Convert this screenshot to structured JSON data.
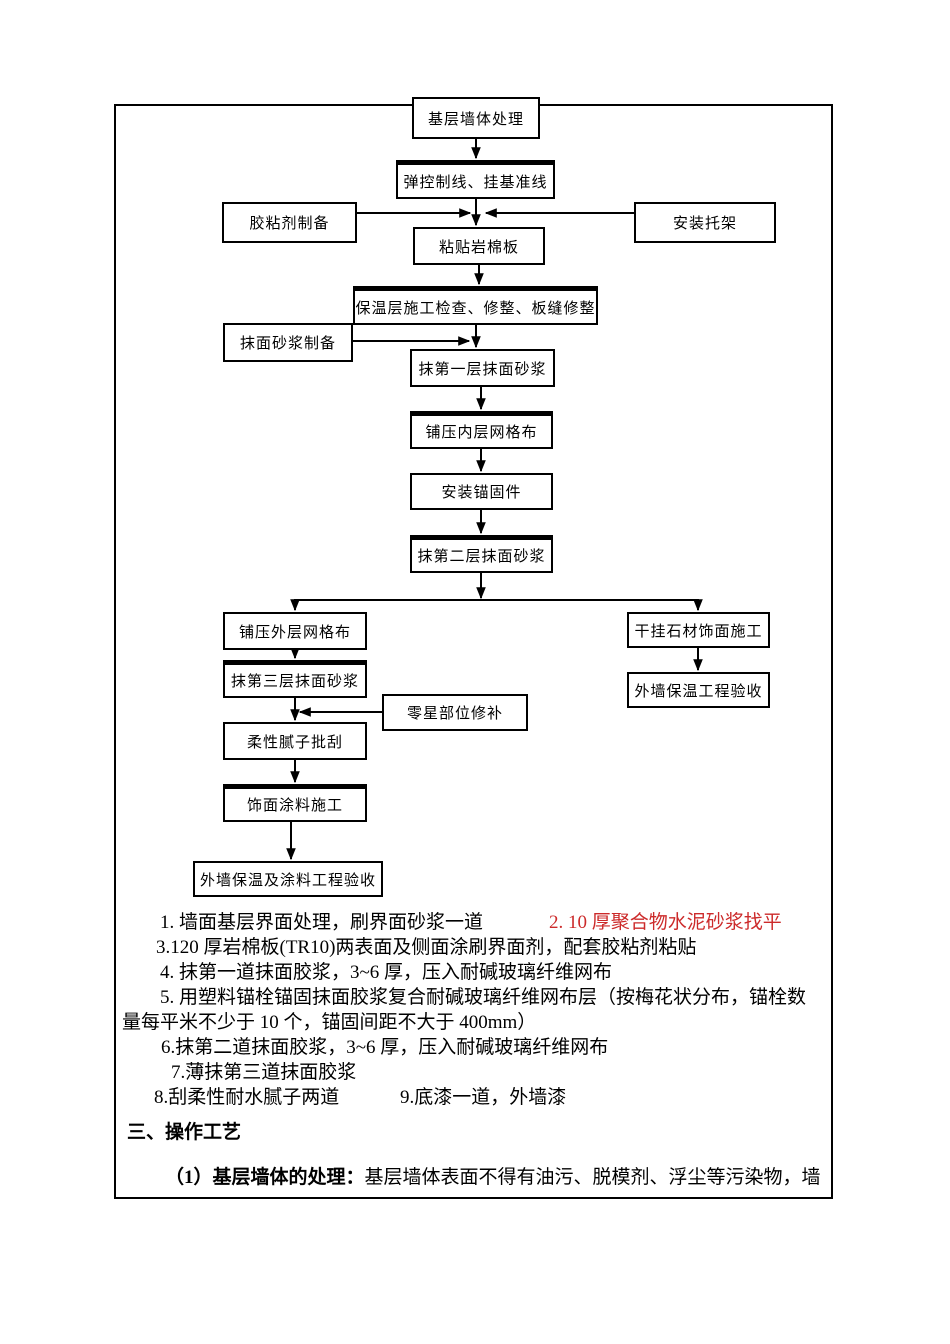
{
  "nodes": {
    "n1": {
      "label": "基层墙体处理"
    },
    "n2": {
      "label": "弹控制线、挂基准线"
    },
    "n3": {
      "label": "胶粘剂制备"
    },
    "n4": {
      "label": "安装托架"
    },
    "n5": {
      "label": "粘贴岩棉板"
    },
    "n6": {
      "label": "保温层施工检查、修整、板缝修整"
    },
    "n7": {
      "label": "抹面砂浆制备"
    },
    "n8": {
      "label": "抹第一层抹面砂浆"
    },
    "n9": {
      "label": "铺压内层网格布"
    },
    "n10": {
      "label": "安装锚固件"
    },
    "n11": {
      "label": "抹第二层抹面砂浆"
    },
    "n12": {
      "label": "铺压外层网格布"
    },
    "n13": {
      "label": "干挂石材饰面施工"
    },
    "n14": {
      "label": "抹第三层抹面砂浆"
    },
    "n15": {
      "label": "外墙保温工程验收"
    },
    "n16": {
      "label": "零星部位修补"
    },
    "n17": {
      "label": "柔性腻子批刮"
    },
    "n18": {
      "label": "饰面涂料施工"
    },
    "n19": {
      "label": "外墙保温及涂料工程验收"
    }
  },
  "notes": {
    "l1a": "1. 墙面基层界面处理，刷界面砂浆一道",
    "l1b": "2. 10 厚聚合物水泥砂浆找平",
    "l2": "3.120 厚岩棉板(TR10)两表面及侧面涂刷界面剂，配套胶粘剂粘贴",
    "l3": "4. 抹第一道抹面胶浆，3~6 厚，压入耐碱玻璃纤维网布",
    "l4a": "5. 用塑料锚栓锚固抹面胶浆复合耐碱玻璃纤维网布层（按梅花状分布，锚栓数",
    "l4b": "量每平米不少于 10 个，锚固间距不大于 400mm）",
    "l5": "6.抹第二道抹面胶浆，3~6 厚，压入耐碱玻璃纤维网布",
    "l6": "7.薄抹第三道抹面胶浆",
    "l7a": "8.刮柔性耐水腻子两道",
    "l7b": "9.底漆一道，外墙漆"
  },
  "section": {
    "heading": "三、操作工艺",
    "para_bold": "（1）基层墙体的处理：",
    "para_rest": "基层墙体表面不得有油污、脱模剂、浮尘等污染物，墙"
  },
  "colors": {
    "highlight_red": "#cc2a2a",
    "line_black": "#000000"
  }
}
